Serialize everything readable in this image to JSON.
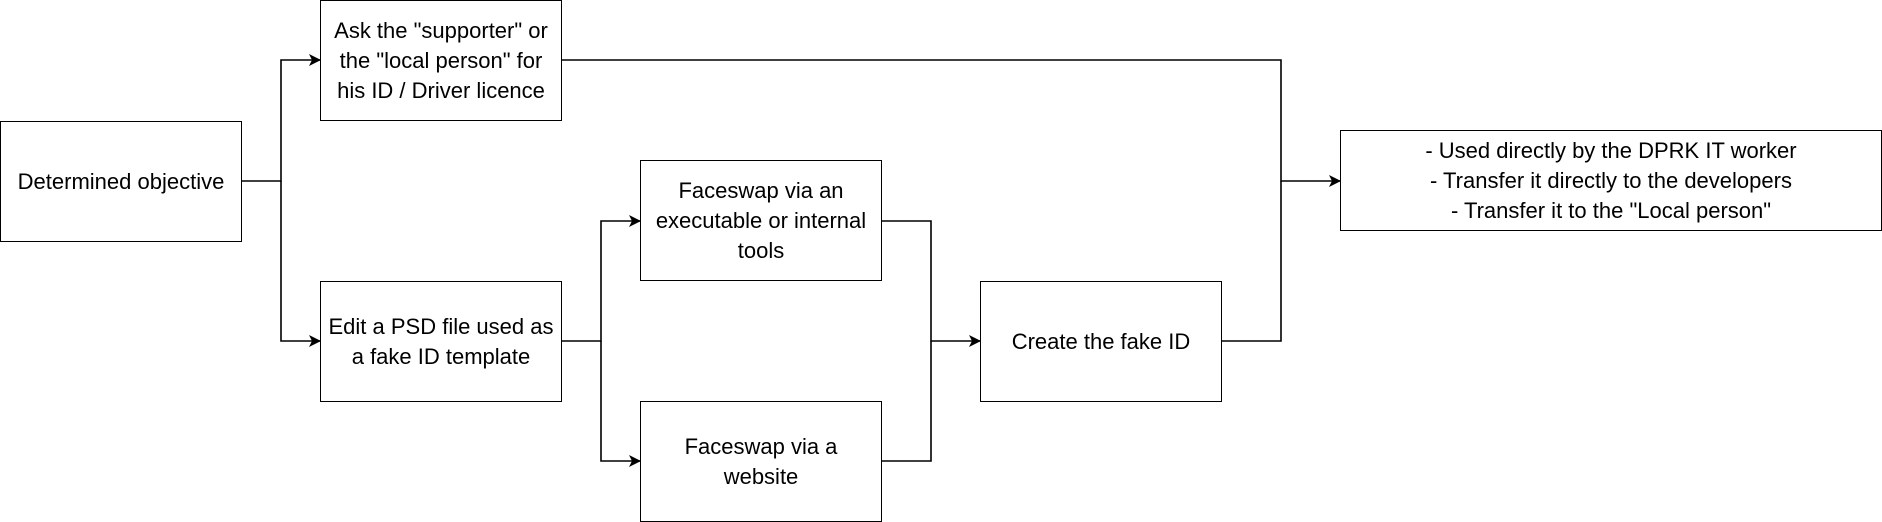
{
  "nodes": {
    "objective": "Determined objective",
    "ask": "Ask the \"supporter\" or the \"local person\" for his ID / Driver licence",
    "edit_psd": "Edit a PSD file used as a fake ID template",
    "faceswap_exec": "Faceswap via an executable or internal tools",
    "faceswap_web": "Faceswap via a website",
    "create_id": "Create the fake ID",
    "outcome": "- Used directly by the DPRK IT worker\n- Transfer it directly to the developers\n- Transfer it to the \"Local person\""
  },
  "edges": [
    {
      "from": "objective",
      "to": "ask"
    },
    {
      "from": "objective",
      "to": "edit_psd"
    },
    {
      "from": "edit_psd",
      "to": "faceswap_exec"
    },
    {
      "from": "edit_psd",
      "to": "faceswap_web"
    },
    {
      "from": "faceswap_exec",
      "to": "create_id"
    },
    {
      "from": "faceswap_web",
      "to": "create_id"
    },
    {
      "from": "ask",
      "to": "outcome"
    },
    {
      "from": "create_id",
      "to": "outcome"
    }
  ]
}
